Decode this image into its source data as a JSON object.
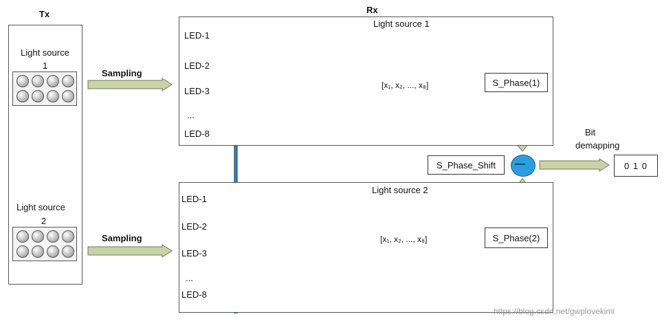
{
  "tx": {
    "title": "Tx",
    "source1_line1": "Light source",
    "source1_line2": "1",
    "source2_line1": "Light source",
    "source2_line2": "2"
  },
  "rx": {
    "title": "Rx",
    "source1_title": "Light source 1",
    "source2_title": "Light source 2"
  },
  "sampling_label": "Sampling",
  "led_labels": [
    "LED-1",
    "LED-2",
    "LED-3",
    "...",
    "LED-8"
  ],
  "vector_label": "[x₁, x₂, ..., x₈]",
  "phase1_label": "S_Phase(1)",
  "phase2_label": "S_Phase(2)",
  "phase_shift_label": "S_Phase_Shift",
  "subtract_symbol": "—",
  "bit_demapping_line1": "Bit",
  "bit_demapping_line2": "demapping",
  "output_bits": "0 1 0",
  "watermark": "https://blog.csdn.net/gwplovekimi",
  "colors": {
    "arrow_fill": "#c9d2a8",
    "arrow_stroke": "#6f7a50",
    "sample_line": "#2f8fb3",
    "sample_dot": "#c0222a",
    "subtract_circle": "#2a9ee0"
  }
}
